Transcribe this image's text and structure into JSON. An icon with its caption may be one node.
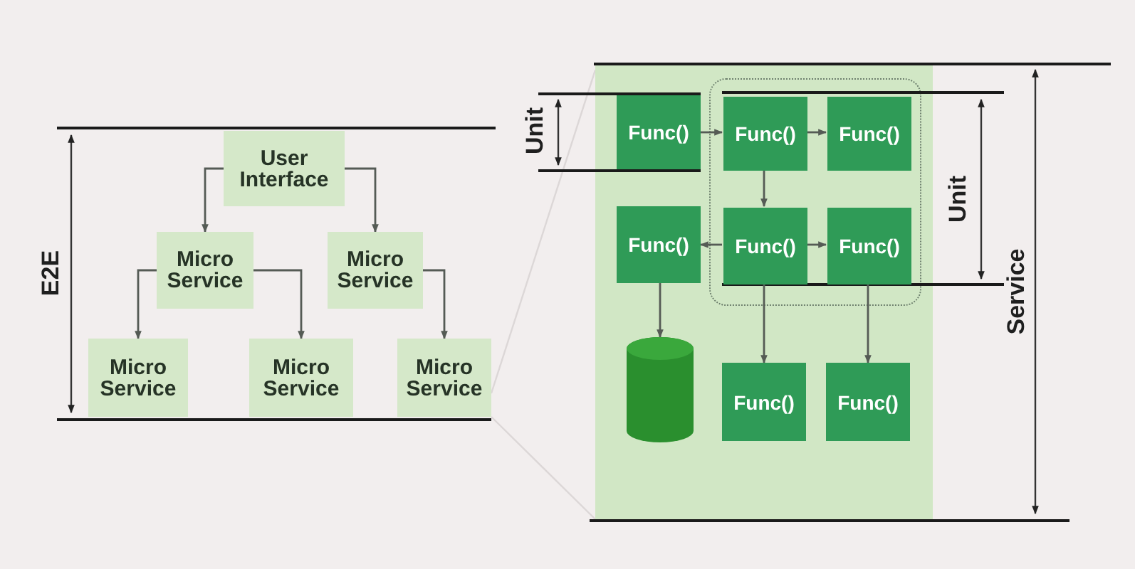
{
  "diagram": {
    "nodes": [
      {
        "text": [
          "User Interface"
        ]
      },
      {
        "text": [
          "Micro Service"
        ]
      },
      {
        "text": [
          "Micro Service"
        ]
      },
      {
        "text": [
          "Micro Service"
        ]
      },
      {
        "text": [
          "Micro Service"
        ]
      },
      {
        "text": [
          "Micro Service"
        ]
      },
      {
        "text": [],
        "shape": "box"
      },
      {
        "text": [
          "Func()"
        ],
        "in": 6
      },
      {
        "text": [],
        "shape": "box",
        "in": 6
      },
      {
        "text": [
          "Func()"
        ],
        "in": 8
      },
      {
        "text": [
          "Func()"
        ],
        "in": 8
      },
      {
        "text": [
          "Func()"
        ],
        "in": 6
      },
      {
        "text": [
          "Func()"
        ],
        "in": 8
      },
      {
        "text": [
          "Func()"
        ],
        "in": 8
      },
      {
        "text": [],
        "shape": "cylinder",
        "in": 6
      },
      {
        "text": [
          "Func()"
        ],
        "in": 6
      },
      {
        "text": [
          "Func()"
        ],
        "in": 6
      }
    ],
    "edges": [
      {
        "from": 0,
        "to": 1,
        "arrow": "to"
      },
      {
        "from": 0,
        "to": 2,
        "arrow": "to"
      },
      {
        "from": 1,
        "to": 3,
        "arrow": "to"
      },
      {
        "from": 1,
        "to": 4,
        "arrow": "to"
      },
      {
        "from": 2,
        "to": 5,
        "arrow": "to"
      },
      {
        "from": 7,
        "to": 9,
        "arrow": "to"
      },
      {
        "from": 9,
        "to": 10,
        "arrow": "to"
      },
      {
        "from": 9,
        "to": 12,
        "arrow": "to"
      },
      {
        "from": 12,
        "to": 11,
        "arrow": "to"
      },
      {
        "from": 12,
        "to": 13,
        "arrow": "to"
      },
      {
        "from": 11,
        "to": 14,
        "arrow": "to"
      },
      {
        "from": 12,
        "to": 15,
        "arrow": "to"
      },
      {
        "from": 13,
        "to": 16,
        "arrow": "to"
      },
      {
        "from": 5,
        "to": 6,
        "arrow": "none",
        "color": "#dcd7d7"
      },
      {
        "from": 5,
        "to": 6,
        "arrow": "none",
        "color": "#dcd7d7"
      }
    ],
    "labels": [
      "E2E",
      "Unit",
      "Unit",
      "Service"
    ]
  }
}
